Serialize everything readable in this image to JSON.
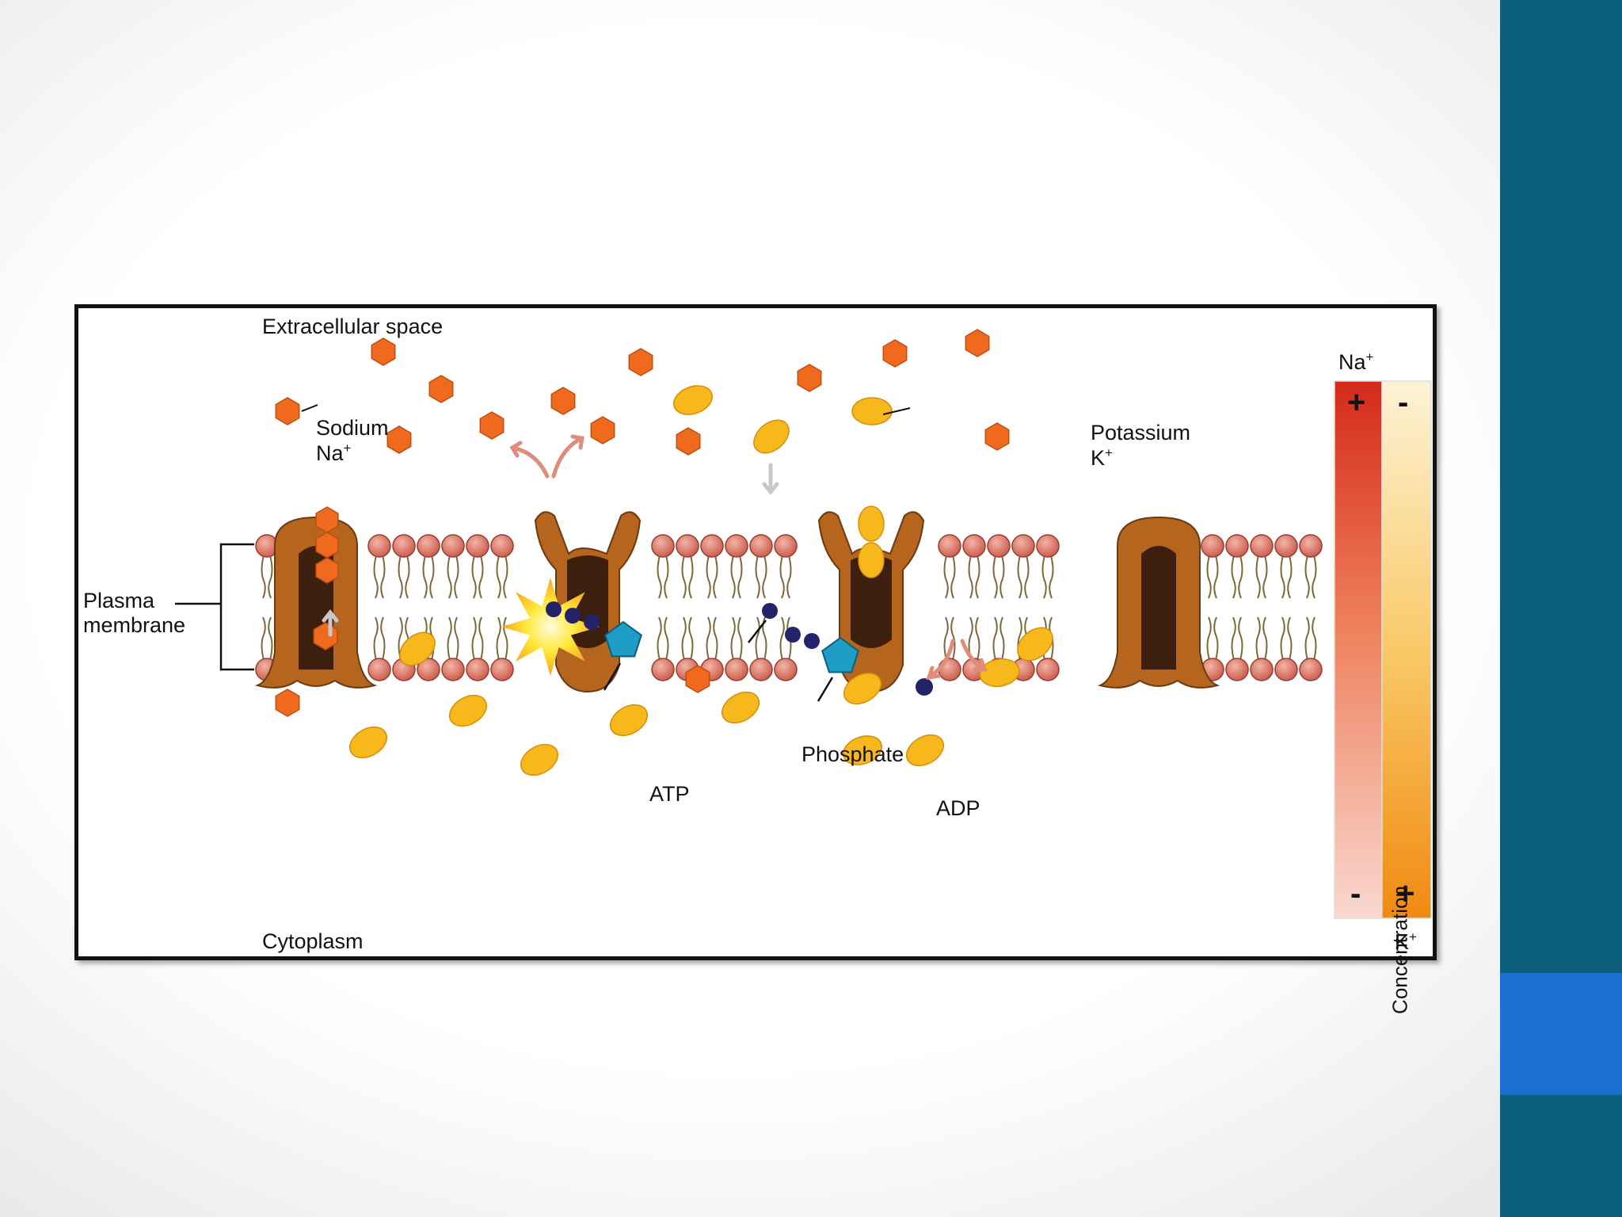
{
  "labels": {
    "extracellular": "Extracellular space",
    "cytoplasm": "Cytoplasm",
    "plasma_line1": "Plasma",
    "plasma_line2": "membrane",
    "sodium_name": "Sodium",
    "sodium_symbol": "Na",
    "potassium_name": "Potassium",
    "potassium_symbol": "K",
    "plus": "+",
    "atp": "ATP",
    "adp": "ADP",
    "phosphate": "Phosphate"
  },
  "gradient": {
    "top_label": "Na",
    "bottom_label": "K",
    "axis_label": "Concentration",
    "na_top_sign": "+",
    "k_top_sign": "-",
    "na_bottom_sign": "-",
    "k_bottom_sign": "+"
  },
  "colors": {
    "sodium": "#f06a1e",
    "potassium": "#f6b81a",
    "protein": "#b5651d",
    "protein_dark": "#3d1f0e",
    "lipid_head": "#e07a6a",
    "atp": "#1e9dc6",
    "phosphate": "#23236a",
    "side_bar": "#0b5e7c",
    "side_accent": "#1a6fcf"
  }
}
